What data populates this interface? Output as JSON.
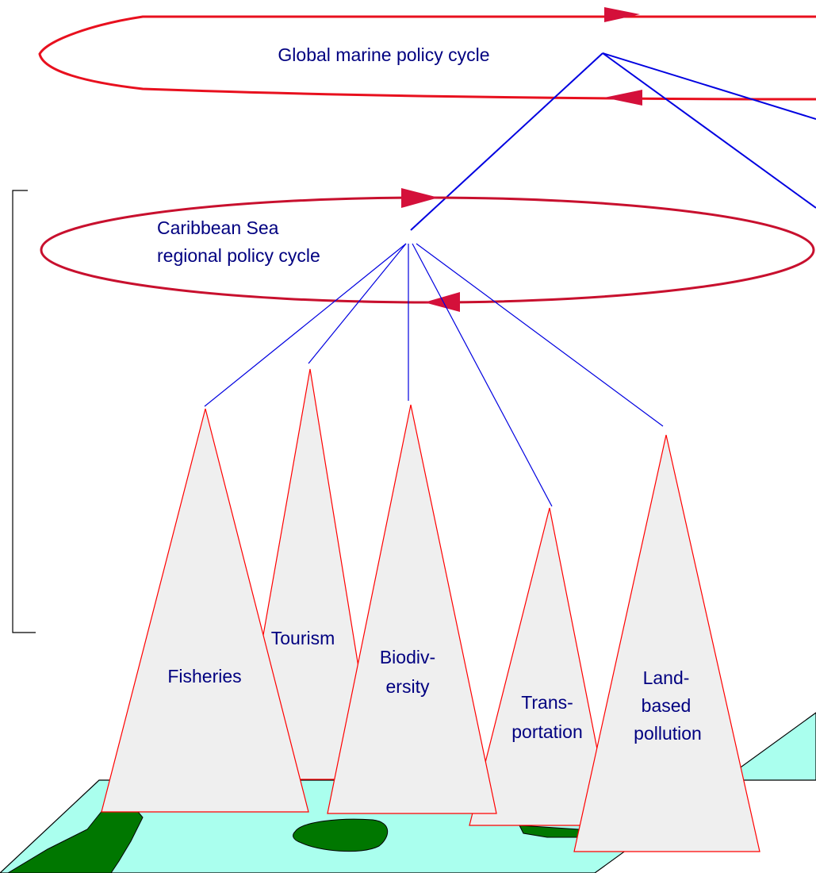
{
  "global_cycle": {
    "label": "Global marine policy cycle"
  },
  "regional_cycle": {
    "label_line1": "Caribbean Sea",
    "label_line2": "regional policy cycle"
  },
  "sectors": {
    "fisheries": {
      "label": "Fisheries"
    },
    "tourism": {
      "label": "Tourism"
    },
    "biodiversity": {
      "line1": "Biodiv-",
      "line2": "ersity"
    },
    "transportation": {
      "line1": "Trans-",
      "line2": "portation"
    },
    "land_based_pollution": {
      "line1": "Land-",
      "line2": "based",
      "line3": "pollution"
    }
  },
  "colors": {
    "cycle_stroke": "#e8101e",
    "regional_stroke": "#c8102e",
    "arrow_fill": "#d4103a",
    "link_line": "#0000e0",
    "cone_fill": "#efefef",
    "cone_stroke": "#ff0000",
    "sea": "#aaffee",
    "land": "#007700",
    "text": "#000080"
  }
}
